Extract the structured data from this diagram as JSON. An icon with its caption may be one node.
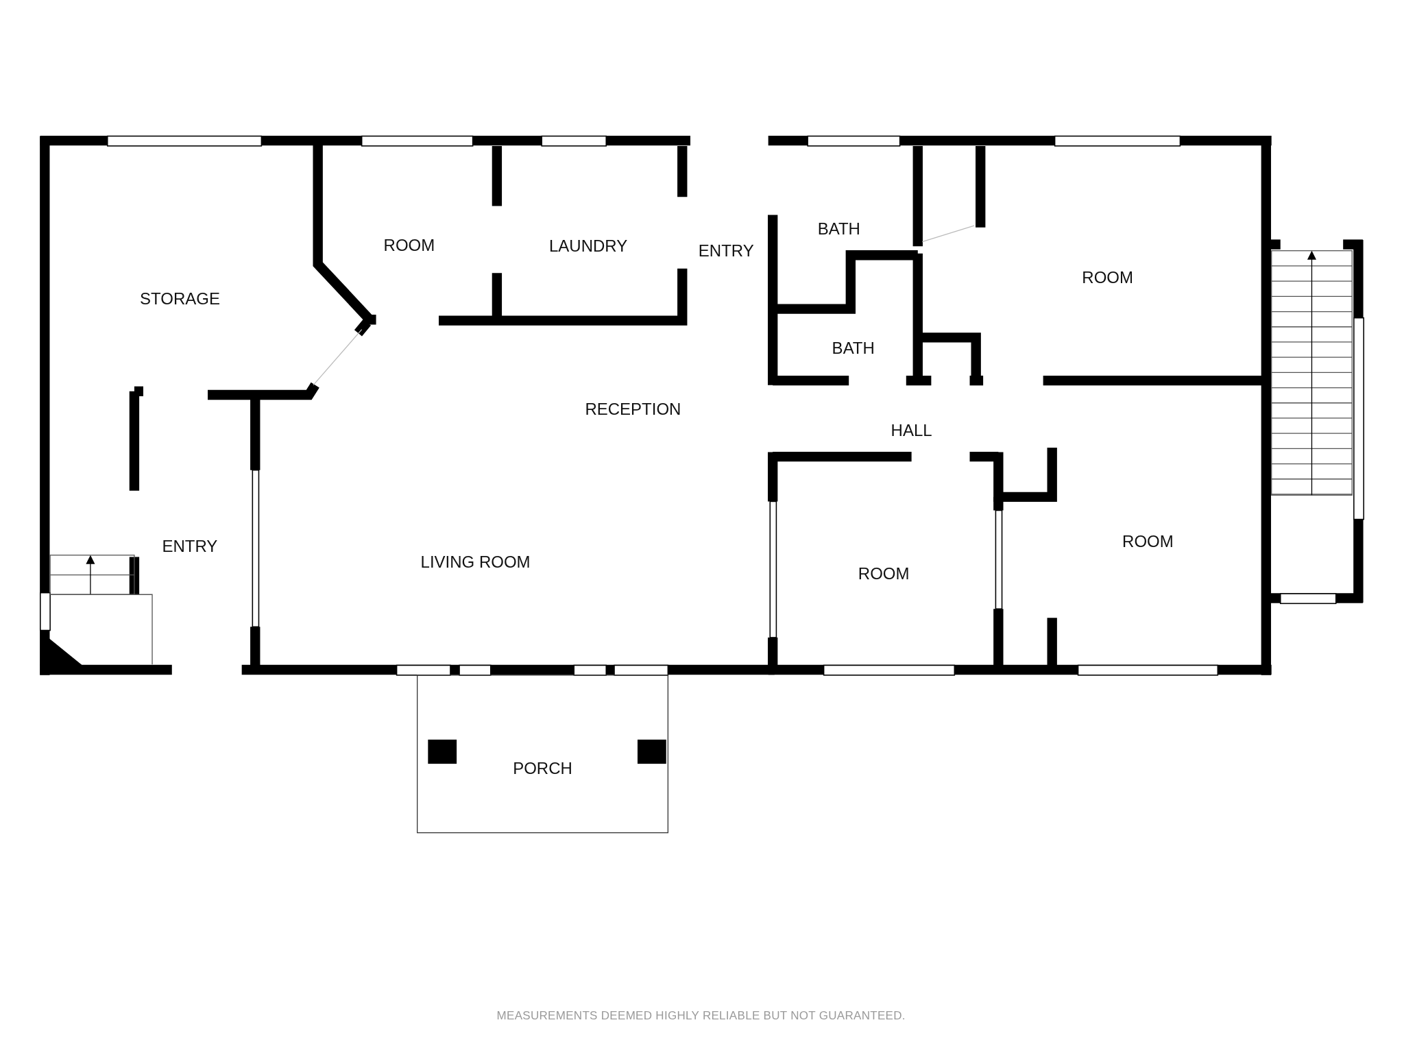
{
  "diagram": {
    "labels": [
      "BATH",
      "ROOM",
      "LAUNDRY",
      "ENTRY",
      "ROOM",
      "STORAGE",
      "BATH",
      "RECEPTION",
      "HALL",
      "ROOM",
      "ENTRY",
      "LIVING ROOM",
      "ROOM",
      "PORCH",
      "MEASUREMENTS DEEMED HIGHLY RELIABLE BUT NOT GUARANTEED."
    ]
  }
}
